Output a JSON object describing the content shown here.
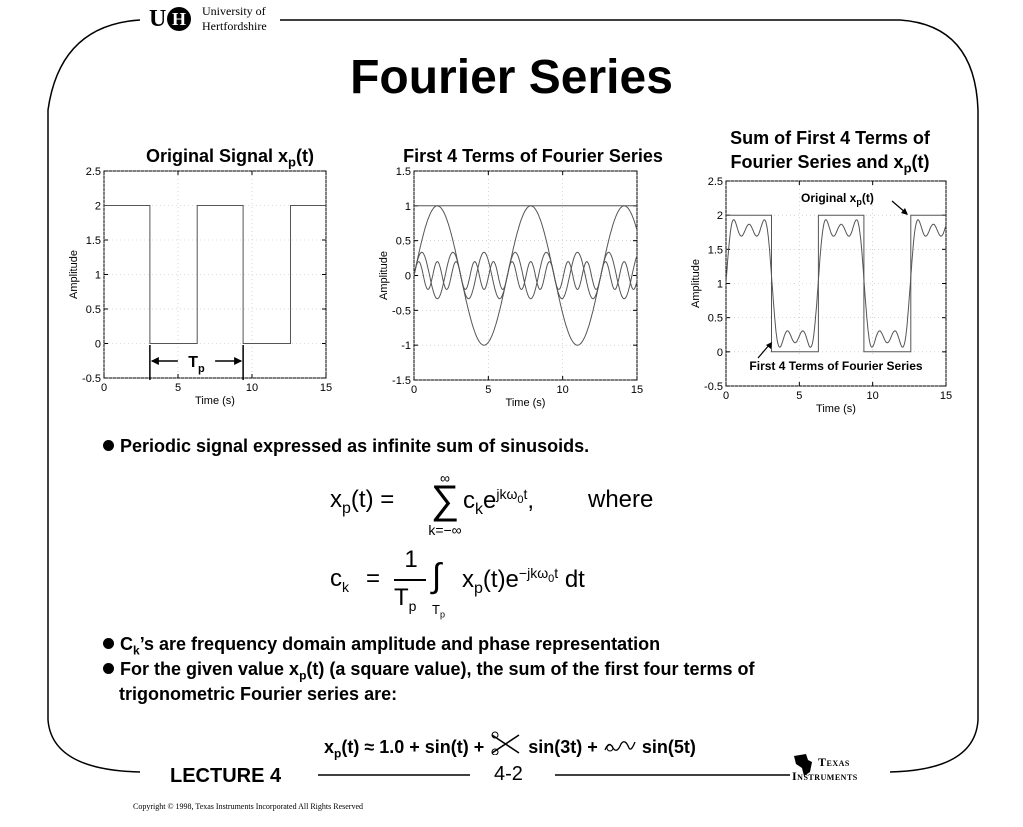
{
  "logo": {
    "mark": "UH",
    "name_line1": "University of",
    "name_line2": "Hertfordshire"
  },
  "slide": {
    "title": "Fourier Series"
  },
  "charts": {
    "c1": {
      "title_main": "Original Signal x",
      "title_sub": "p",
      "title_end": "(t)",
      "ylabel": "Amplitude",
      "xlabel": "Time (s)",
      "yticks": [
        "2.5",
        "2",
        "1.5",
        "1",
        "0.5",
        "0",
        "-0.5"
      ],
      "xticks": [
        "0",
        "5",
        "10",
        "15"
      ],
      "period_label": "T",
      "period_sub": "p"
    },
    "c2": {
      "title": "First 4 Terms of Fourier Series",
      "ylabel": "Amplitude",
      "xlabel": "Time (s)",
      "yticks": [
        "1.5",
        "1",
        "0.5",
        "0",
        "-0.5",
        "-1",
        "-1.5"
      ],
      "xticks": [
        "0",
        "5",
        "10",
        "15"
      ]
    },
    "c3": {
      "title_line1": "Sum of First 4 Terms of",
      "title_line2_main": "Fourier Series and x",
      "title_line2_sub": "p",
      "title_line2_end": "(t)",
      "ylabel": "Amplitude",
      "xlabel": "Time (s)",
      "yticks": [
        "2.5",
        "2",
        "1.5",
        "1",
        "0.5",
        "0",
        "-0.5"
      ],
      "xticks": [
        "0",
        "5",
        "10",
        "15"
      ],
      "annot1_main": "Original x",
      "annot1_sub": "p",
      "annot1_end": "(t)",
      "annot2": "First 4 Terms of Fourier Series"
    }
  },
  "chart_data": [
    {
      "type": "line",
      "title": "Original Signal xp(t)",
      "xlabel": "Time (s)",
      "ylabel": "Amplitude",
      "xlim": [
        0,
        15
      ],
      "ylim": [
        -0.5,
        2.5
      ],
      "grid": true,
      "series": [
        {
          "x": [
            0,
            3.1,
            3.1,
            6.3,
            6.3,
            9.4,
            9.4,
            12.6,
            12.6,
            15
          ],
          "values": [
            2,
            2,
            0,
            0,
            2,
            2,
            0,
            0,
            2,
            2
          ]
        }
      ]
    },
    {
      "type": "line",
      "title": "First 4 Terms of Fourier Series",
      "xlabel": "Time (s)",
      "ylabel": "Amplitude",
      "xlim": [
        0,
        15
      ],
      "ylim": [
        -1.5,
        1.5
      ],
      "grid": true,
      "series": [
        {
          "formula": "1.0"
        },
        {
          "formula": "sin(t)"
        },
        {
          "formula": "0.333*sin(3t)"
        },
        {
          "formula": "0.2*sin(5t)"
        }
      ]
    },
    {
      "type": "line",
      "title": "Sum of First 4 Terms of Fourier Series and xp(t)",
      "xlabel": "Time (s)",
      "ylabel": "Amplitude",
      "xlim": [
        0,
        15
      ],
      "ylim": [
        -0.5,
        2.5
      ],
      "grid": true,
      "series": [
        {
          "name": "Original xp(t)",
          "x": [
            0,
            3.1,
            3.1,
            6.3,
            6.3,
            9.4,
            9.4,
            12.6,
            12.6,
            15
          ],
          "values": [
            2,
            2,
            0,
            0,
            2,
            2,
            0,
            0,
            2,
            2
          ]
        },
        {
          "name": "First 4 Terms of Fourier Series",
          "formula": "1 + sin(t) + 0.333*sin(3t) + 0.2*sin(5t)"
        }
      ]
    }
  ],
  "bullets": {
    "b1": "Periodic signal expressed as infinite sum of sinusoids.",
    "b2_main": "C",
    "b2_sub": "k",
    "b2_end": "’s are frequency domain amplitude and phase representation",
    "b3_a": "For the given value x",
    "b3_sub": "p",
    "b3_b": "(t) (a square value), the sum of the first four terms of",
    "b3_line2": "trigonometric Fourier series are:"
  },
  "equations": {
    "eq1_lhs": "x",
    "eq1_lhs_sub": "p",
    "eq1_lhs_end": "(t) =",
    "eq1_sum_top": "∞",
    "eq1_sum_bottom": "k=−∞",
    "eq1_term": "c",
    "eq1_term_sub": "k",
    "eq1_exp_base": "e",
    "eq1_exp": "jkω",
    "eq1_exp_sub": "0",
    "eq1_exp_end": "t",
    "eq1_comma": ",",
    "eq1_where": "where",
    "eq2_lhs": "c",
    "eq2_lhs_sub": "k",
    "eq2_eq": "=",
    "eq2_num": "1",
    "eq2_den": "T",
    "eq2_den_sub": "p",
    "eq2_int_sub": "T",
    "eq2_int_sub2": "p",
    "eq2_body": "x",
    "eq2_body_sub": "p",
    "eq2_body_end": "(t)e",
    "eq2_exp": "−jkω",
    "eq2_exp_sub": "0",
    "eq2_exp_end": "t",
    "eq2_dt": "dt",
    "eq3_a": "x",
    "eq3_sub": "p",
    "eq3_b": "(t) ≈ 1.0 + sin(t) +",
    "eq3_c": "sin(3t) +",
    "eq3_d": "sin(5t)"
  },
  "footer": {
    "lecture": "LECTURE 4",
    "page": "4-2",
    "ti_line1": "Texas",
    "ti_line2": "Instruments",
    "copyright": "Copyright  © 1998, Texas Instruments Incorporated   All Rights Reserved"
  }
}
